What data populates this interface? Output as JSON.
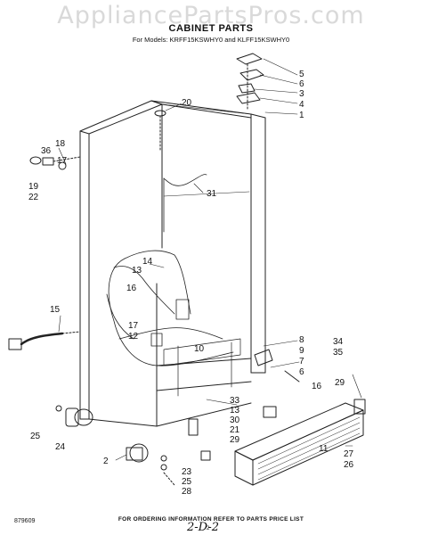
{
  "watermark": "AppliancePartsPros.com",
  "header": {
    "title": "CABINET PARTS",
    "subtitle": "For Models: KRFF15KSWHY0 and KLFF15KSWHY0"
  },
  "callouts": [
    "5",
    "6",
    "3",
    "4",
    "1",
    "20",
    "18",
    "36",
    "17",
    "19",
    "22",
    "31",
    "14",
    "13",
    "16",
    "15",
    "12",
    "17",
    "10",
    "8",
    "9",
    "7",
    "6",
    "34",
    "35",
    "16",
    "29",
    "33",
    "13",
    "30",
    "21",
    "29",
    "25",
    "24",
    "2",
    "23",
    "25",
    "28",
    "27",
    "26",
    "11"
  ],
  "footer": {
    "note": "FOR ORDERING INFORMATION REFER TO PARTS PRICE LIST",
    "doc_number": "879609",
    "page_number": "2",
    "handwritten": "2-D-2"
  }
}
